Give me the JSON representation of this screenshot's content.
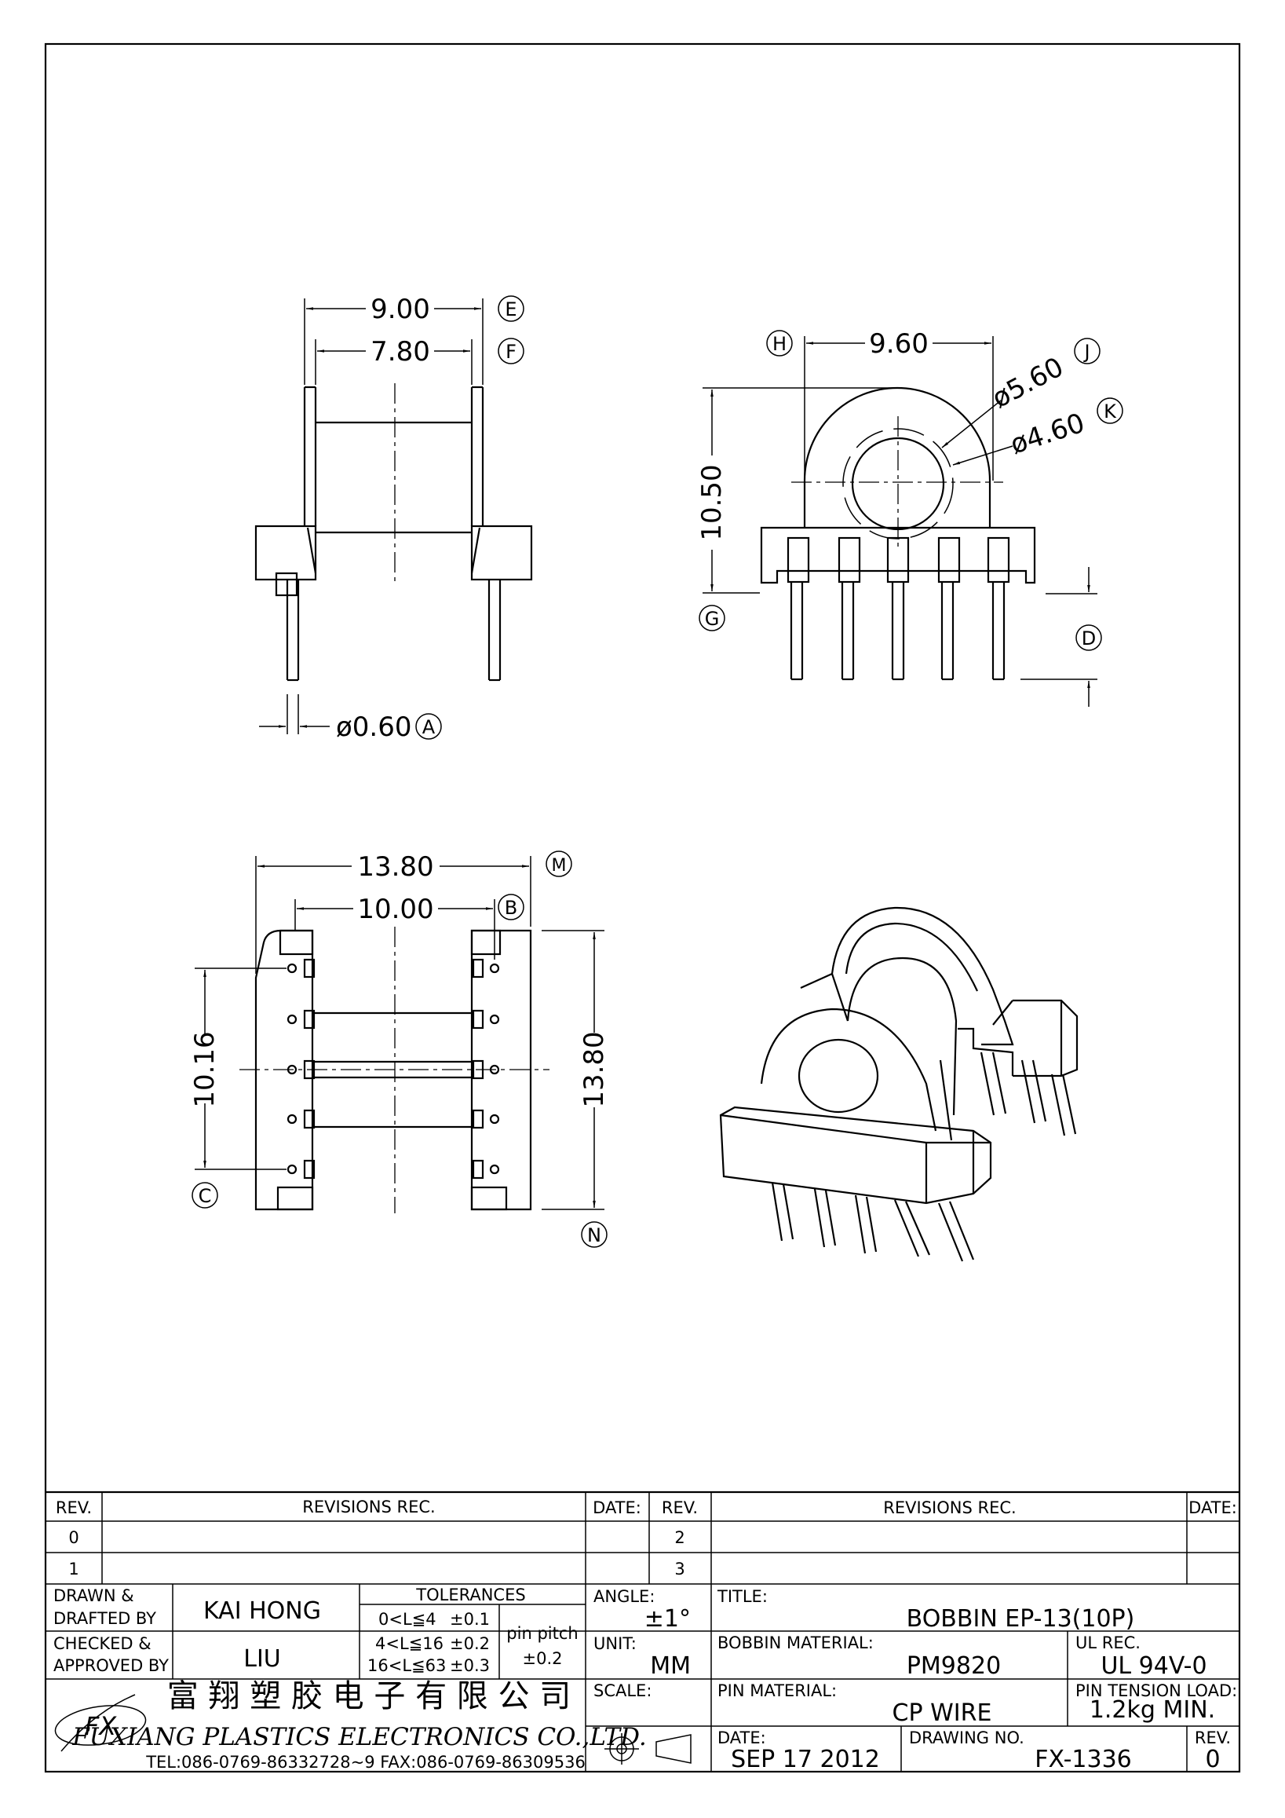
{
  "dimensions": {
    "d900": "9.00",
    "d780": "7.80",
    "d060": "ø0.60",
    "d960": "9.60",
    "d1050": "10.50",
    "d560": "ø5.60",
    "d460": "ø4.60",
    "d1380a": "13.80",
    "d1000": "10.00",
    "d1016": "10.16",
    "d1380b": "13.80"
  },
  "callouts": {
    "A": "A",
    "B": "B",
    "C": "C",
    "D": "D",
    "E": "E",
    "F": "F",
    "G": "G",
    "H": "H",
    "J": "J",
    "K": "K",
    "M": "M",
    "N": "N"
  },
  "revisions": {
    "rev_header": "REV.",
    "rec_header": "REVISIONS    REC.",
    "date_header": "DATE:",
    "rows": [
      "0",
      "1"
    ],
    "rows_right": [
      "2",
      "3"
    ]
  },
  "title_block": {
    "drawn_label_1": "DRAWN  &",
    "drawn_label_2": "DRAFTED  BY",
    "drawn_by": "KAI  HONG",
    "checked_label_1": "CHECKED  &",
    "checked_label_2": "APPROVED  BY",
    "checked_by": "LIU",
    "tolerances_label": "TOLERANCES",
    "tol_rows": [
      {
        "range": "0<L≦4",
        "value": "±0.1"
      },
      {
        "range": "4<L≦16",
        "value": "±0.2"
      },
      {
        "range": "16<L≦63",
        "value": "±0.3"
      }
    ],
    "pin_pitch_label": "pin  pitch",
    "pin_pitch_value": "±0.2",
    "angle_label": "ANGLE:",
    "angle_value": "±1°",
    "unit_label": "UNIT:",
    "unit_value": "MM",
    "scale_label": "SCALE:",
    "title_label": "TITLE:",
    "title_value": "BOBBIN  EP-13(10P)",
    "bobbin_material_label": "BOBBIN  MATERIAL:",
    "bobbin_material_value": "PM9820",
    "ul_label": "UL  REC.",
    "ul_value": "UL  94V-0",
    "pin_material_label": "PIN  MATERIAL:",
    "pin_material_value": "CP  WIRE",
    "pin_tension_label": "PIN  TENSION  LOAD:",
    "pin_tension_value": "1.2kg  MIN.",
    "date_label": "DATE:",
    "date_value": "SEP  17  2012",
    "drawing_no_label": "DRAWING  NO.",
    "drawing_no_value": "FX-1336",
    "rev_label": "REV.",
    "rev_value": "0",
    "company_cn": "富 翔 塑 胶 电 子 有 限 公 司",
    "company_en": "FUXIANG  PLASTICS  ELECTRONICS  CO.,LTD.",
    "contact": "TEL:086-0769-86332728~9   FAX:086-0769-86309536",
    "logo_text": "FX"
  }
}
